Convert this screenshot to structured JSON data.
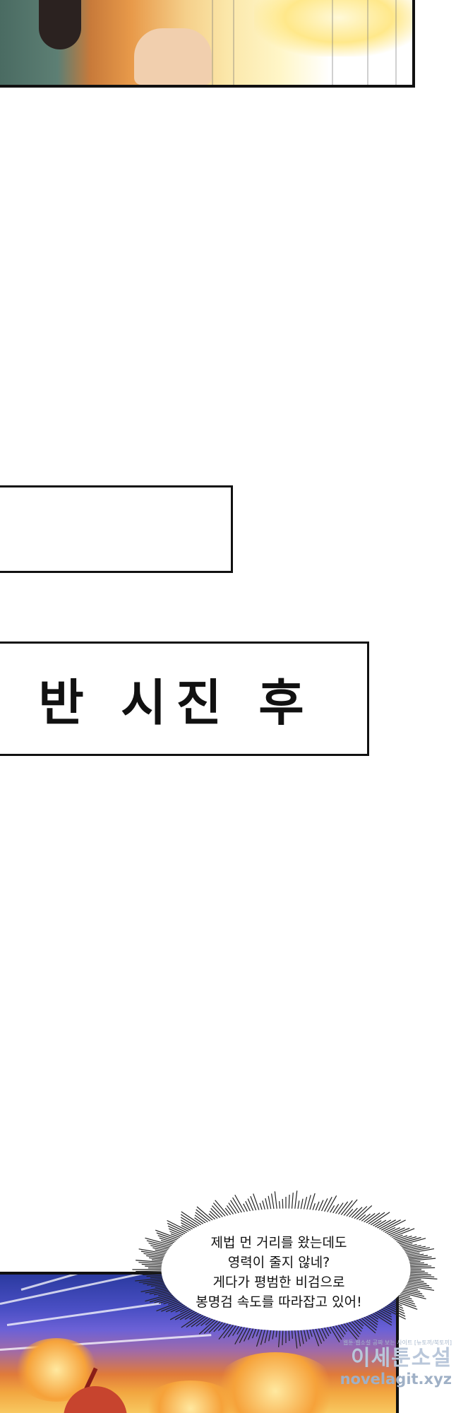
{
  "caption_time": {
    "text": "반 시진 후"
  },
  "speech_bubble": {
    "lines": [
      "제법 먼 거리를 왔는데도",
      "영력이 줄지 않네?",
      "게다가 평범한 비검으로",
      "봉명검 속도를 따라잡고 있어!"
    ]
  },
  "watermark": {
    "small": "웹툰·웹소설 공짜 보는 사이트 [뉴토끼/북토끼]",
    "main": "이세툰소설",
    "site": "novelagit.xyz"
  },
  "colors": {
    "border": "#111111",
    "background": "#ffffff"
  }
}
